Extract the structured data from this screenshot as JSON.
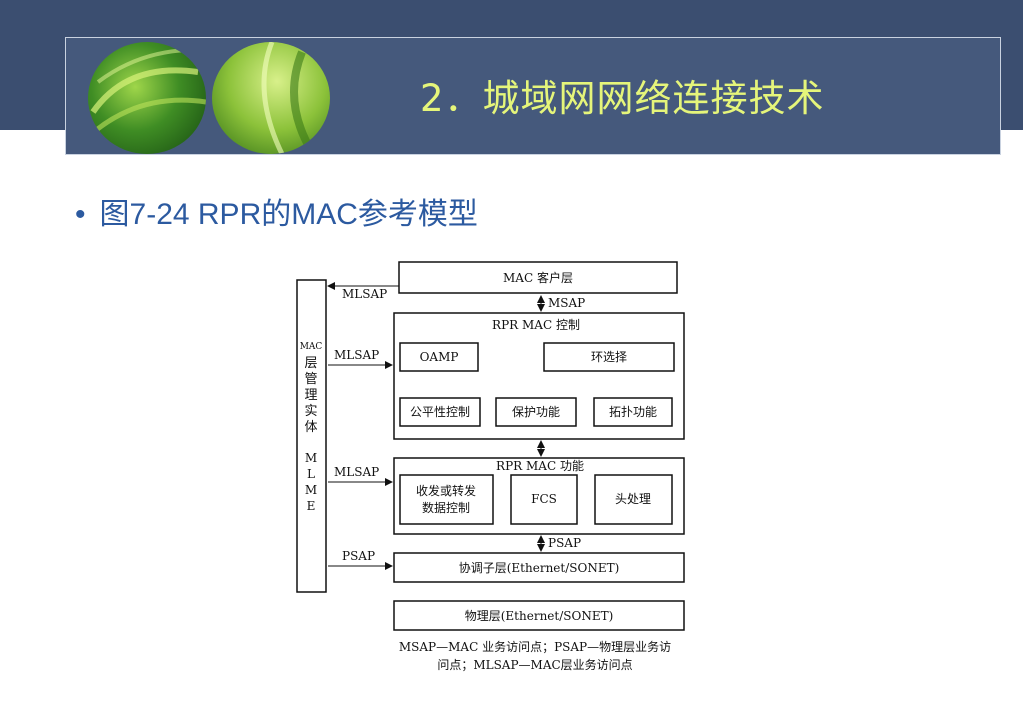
{
  "header": {
    "title": "2．城域网网络连接技术"
  },
  "bullet": {
    "text": "图7-24 RPR的MAC参考模型"
  },
  "diagram": {
    "mlme_top": "MAC",
    "mlme_chars": [
      "层",
      "管",
      "理",
      "实",
      "体"
    ],
    "mlme_letters": [
      "M",
      "L",
      "M",
      "E"
    ],
    "mac_client": "MAC 客户层",
    "msap": "MSAP",
    "rpr_control": "RPR MAC 控制",
    "oamp": "OAMP",
    "ring_select": "环选择",
    "fairness": "公平性控制",
    "protection": "保护功能",
    "topology": "拓扑功能",
    "rpr_function": "RPR MAC 功能",
    "rx_tx_1": "收发或转发",
    "rx_tx_2": "数据控制",
    "fcs": "FCS",
    "header_proc": "头处理",
    "psap": "PSAP",
    "reconciliation": "协调子层(Ethernet/SONET)",
    "physical": "物理层(Ethernet/SONET)",
    "mlsap": "MLSAP",
    "psap_left": "PSAP",
    "caption_line1": "MSAP—MAC 业务访问点；PSAP—物理层业务访",
    "caption_line2": "问点；MLSAP—MAC层业务访问点"
  }
}
